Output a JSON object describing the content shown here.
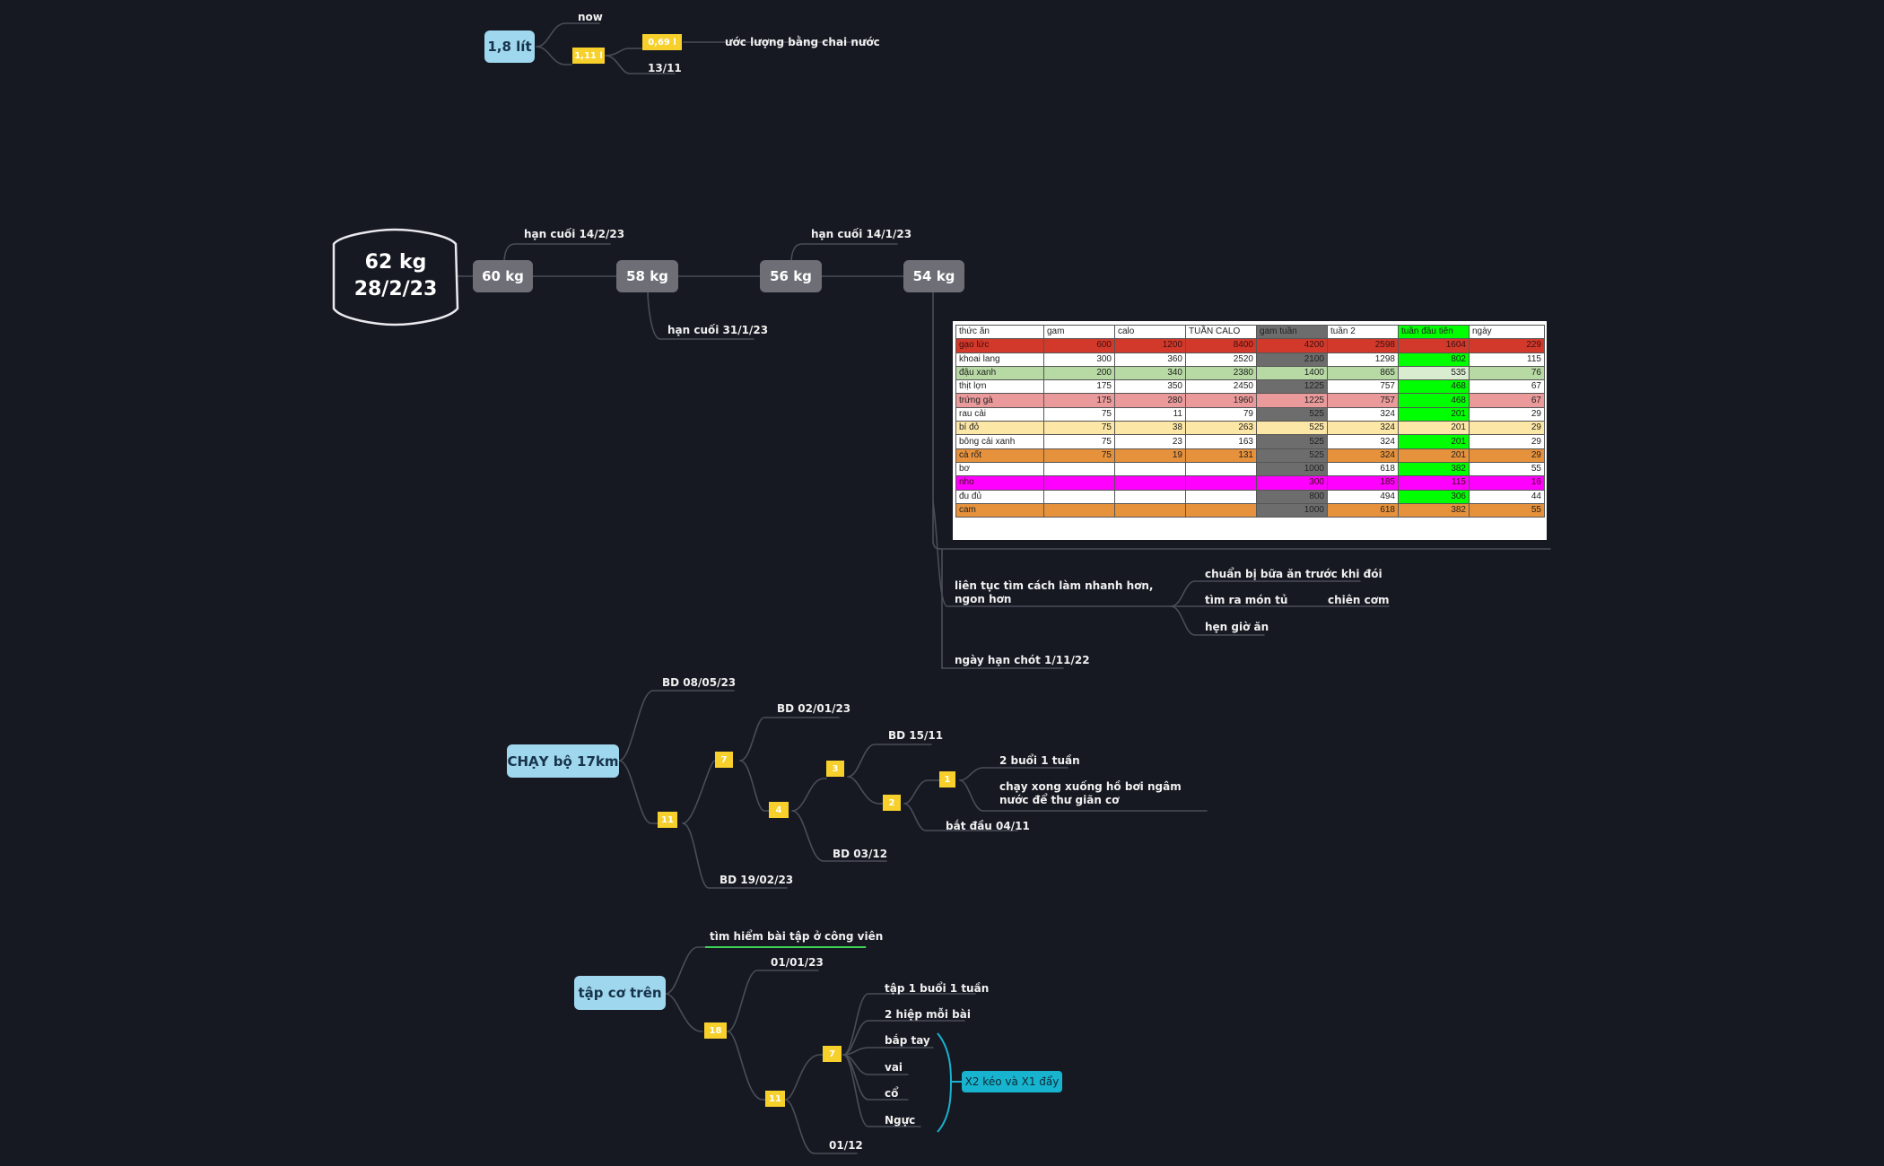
{
  "colors": {
    "background": "#171922",
    "connector": "#4a4d57",
    "blue_node": "#9fd7ee",
    "gray_node": "#6e6e76",
    "badge": "#f7d02c",
    "cyan_tag": "#18b3cf",
    "highlight_underline": "#3fd456"
  },
  "water": {
    "root": "1,8 lít",
    "now": "now",
    "badge_a": "1,11 l",
    "badge_b": "0,69 l",
    "estimate": "ước lượng bằng chai nước",
    "date": "13/11"
  },
  "weight": {
    "central_line1": "62 kg",
    "central_line2": "28/2/23",
    "steps": [
      "60 kg",
      "58 kg",
      "56 kg",
      "54 kg"
    ],
    "deadline_60": "hạn cuối 14/2/23",
    "deadline_58": "hạn cuối 31/1/23",
    "deadline_56": "hạn cuối 14/1/23",
    "tips_title": "liên tục tìm cách làm nhanh hơn, ngon hơn",
    "tip_1": "chuẩn bị bữa ăn trước khi đói",
    "tip_2": "tìm ra món tủ",
    "tip_2_child": "chiên cơm",
    "tip_3": "hẹn giờ ăn",
    "final_deadline": "ngày hạn chót 1/11/22"
  },
  "food_table": {
    "headers": [
      "thức ăn",
      "gam",
      "calo",
      "TUẦN CALO",
      "gam tuần",
      "tuần 2",
      "tuần đầu tiên",
      "ngày"
    ],
    "rows": [
      {
        "cells": [
          "gạo lức",
          "600",
          "1200",
          "8400",
          "4200",
          "2598",
          "1604",
          "229"
        ],
        "bg": "#d2392b"
      },
      {
        "cells": [
          "khoai lang",
          "300",
          "360",
          "2520",
          "2100",
          "1298",
          "802",
          "115"
        ],
        "bg": "#ffffff"
      },
      {
        "cells": [
          "đậu xanh",
          "200",
          "340",
          "2380",
          "1400",
          "865",
          "535",
          "76"
        ],
        "bg": "#b7d9a4"
      },
      {
        "cells": [
          "thịt lợn",
          "175",
          "350",
          "2450",
          "1225",
          "757",
          "468",
          "67"
        ],
        "bg": "#ffffff"
      },
      {
        "cells": [
          "trứng gà",
          "175",
          "280",
          "1960",
          "1225",
          "757",
          "468",
          "67"
        ],
        "bg": "#ea9a9a"
      },
      {
        "cells": [
          "rau cải",
          "75",
          "11",
          "79",
          "525",
          "324",
          "201",
          "29"
        ],
        "bg": "#ffffff"
      },
      {
        "cells": [
          "bí đỏ",
          "75",
          "38",
          "263",
          "525",
          "324",
          "201",
          "29"
        ],
        "bg": "#fde7a6"
      },
      {
        "cells": [
          "bông cải xanh",
          "75",
          "23",
          "163",
          "525",
          "324",
          "201",
          "29"
        ],
        "bg": "#ffffff"
      },
      {
        "cells": [
          "cà rốt",
          "75",
          "19",
          "131",
          "525",
          "324",
          "201",
          "29"
        ],
        "bg": "#e6913b"
      },
      {
        "cells": [
          "bơ",
          "",
          "",
          "",
          "1000",
          "618",
          "382",
          "55"
        ],
        "bg": "#ffffff"
      },
      {
        "cells": [
          "nho",
          "",
          "",
          "",
          "300",
          "185",
          "115",
          "16"
        ],
        "bg": "#ff00ff"
      },
      {
        "cells": [
          "đu đủ",
          "",
          "",
          "",
          "800",
          "494",
          "306",
          "44"
        ],
        "bg": "#ffffff"
      },
      {
        "cells": [
          "cam",
          "",
          "",
          "",
          "1000",
          "618",
          "382",
          "55"
        ],
        "bg": "#e6913b"
      }
    ],
    "gray_column_color": "#6d6d6d",
    "green_column_color": "#00ff00"
  },
  "running": {
    "root": "CHẠY bộ 17km",
    "bd_0805": "BD 08/05/23",
    "badge_11": "11",
    "badge_7": "7",
    "bd_0201": "BD 02/01/23",
    "badge_4": "4",
    "badge_3": "3",
    "bd_1511": "BD 15/11",
    "badge_2": "2",
    "badge_1": "1",
    "twice_week": "2 buổi 1 tuần",
    "swim_after": "chạy xong xuống hồ bơi ngâm nước để thư giãn cơ",
    "start_0411": "bắt đầu 04/11",
    "bd_0312": "BD  03/12",
    "bd_1902": "BD 19/02/23"
  },
  "upper": {
    "root": "tập cơ trên",
    "park": "tìm hiểm bài tập ở công viên",
    "badge_18": "18",
    "date_0101": "01/01/23",
    "badge_11": "11",
    "badge_7": "7",
    "once_week": "tập 1 buổi 1 tuần",
    "two_sets": "2 hiệp mỗi bài",
    "biceps": "bắp tay",
    "shoulder": "vai",
    "neck": "cổ",
    "chest": "Ngực",
    "pull_push": "X2 kéo và X1 đẩy",
    "date_0112": "01/12"
  }
}
